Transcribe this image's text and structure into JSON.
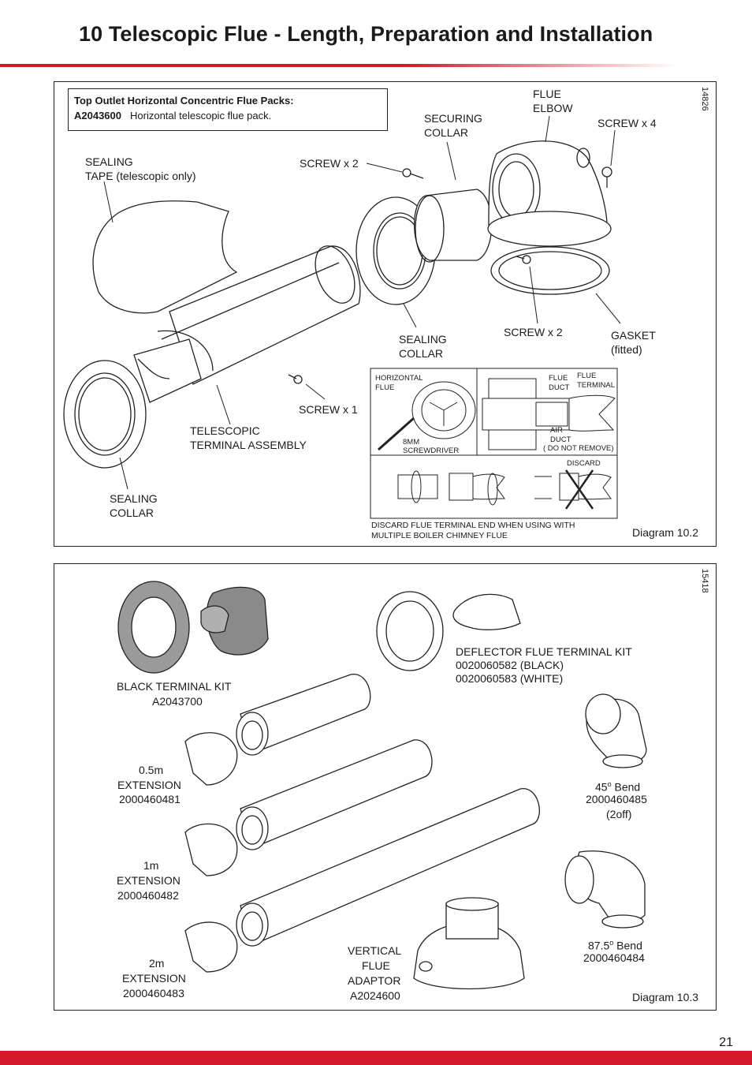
{
  "header": {
    "title": "10  Telescopic Flue - Length, Preparation and Installation"
  },
  "diagram1": {
    "code": "14826",
    "caption": "Diagram 10.2",
    "pack_heading": "Top Outlet Horizontal Concentric Flue Packs:",
    "pack_code": "A2043600",
    "pack_desc": "Horizontal telescopic flue pack.",
    "labels": {
      "flue_elbow_1": "FLUE",
      "flue_elbow_2": "ELBOW",
      "securing_collar_1": "SECURING",
      "securing_collar_2": "COLLAR",
      "screw_x4": "SCREW x 4",
      "sealing_tape_1": "SEALING",
      "sealing_tape_2": "TAPE (telescopic only)",
      "screw_x2_top": "SCREW x 2",
      "sealing_collar_mid_1": "SEALING",
      "sealing_collar_mid_2": "COLLAR",
      "screw_x2_mid": "SCREW x 2",
      "gasket_1": "GASKET",
      "gasket_2": "(fitted)",
      "screw_x1": "SCREW x 1",
      "telescopic_1": "TELESCOPIC",
      "telescopic_2": "TERMINAL ASSEMBLY",
      "sealing_collar_bot_1": "SEALING",
      "sealing_collar_bot_2": "COLLAR"
    },
    "inset": {
      "horizontal_flue_1": "HORIZONTAL",
      "horizontal_flue_2": "FLUE",
      "screwdriver_1": "8MM",
      "screwdriver_2": "SCREWDRIVER",
      "flue_duct_1": "FLUE",
      "flue_duct_2": "DUCT",
      "flue_terminal_1": "FLUE",
      "flue_terminal_2": "TERMINAL",
      "air_duct_1": "AIR",
      "air_duct_2": "DUCT",
      "air_duct_3": "( DO NOT REMOVE)",
      "discard": "DISCARD",
      "note_1": "DISCARD FLUE TERMINAL END WHEN USING WITH",
      "note_2": "MULTIPLE BOILER CHIMNEY FLUE"
    }
  },
  "diagram2": {
    "code": "15418",
    "caption": "Diagram 10.3",
    "deflector": {
      "title": "DEFLECTOR FLUE TERMINAL KIT",
      "black": "0020060582 (BLACK)",
      "white": "0020060583 (WHITE)"
    },
    "black_kit": {
      "title": "BLACK TERMINAL KIT",
      "code": "A2043700"
    },
    "ext05": {
      "l1": "0.5m",
      "l2": "EXTENSION",
      "code": "2000460481"
    },
    "ext1": {
      "l1": "1m",
      "l2": "EXTENSION",
      "code": "2000460482"
    },
    "ext2": {
      "l1": "2m",
      "l2": "EXTENSION",
      "code": "2000460483"
    },
    "bend45": {
      "l1": "45",
      "deg": "o",
      "l1b": " Bend",
      "code": "2000460485",
      "qty": "(2off)"
    },
    "bend87": {
      "l1": "87.5",
      "deg": "o",
      "l1b": " Bend",
      "code": "2000460484"
    },
    "vertical": {
      "l1": "VERTICAL",
      "l2": "FLUE",
      "l3": "ADAPTOR",
      "code": "A2024600"
    }
  },
  "page_number": "21",
  "colors": {
    "accent": "#d4192b"
  }
}
